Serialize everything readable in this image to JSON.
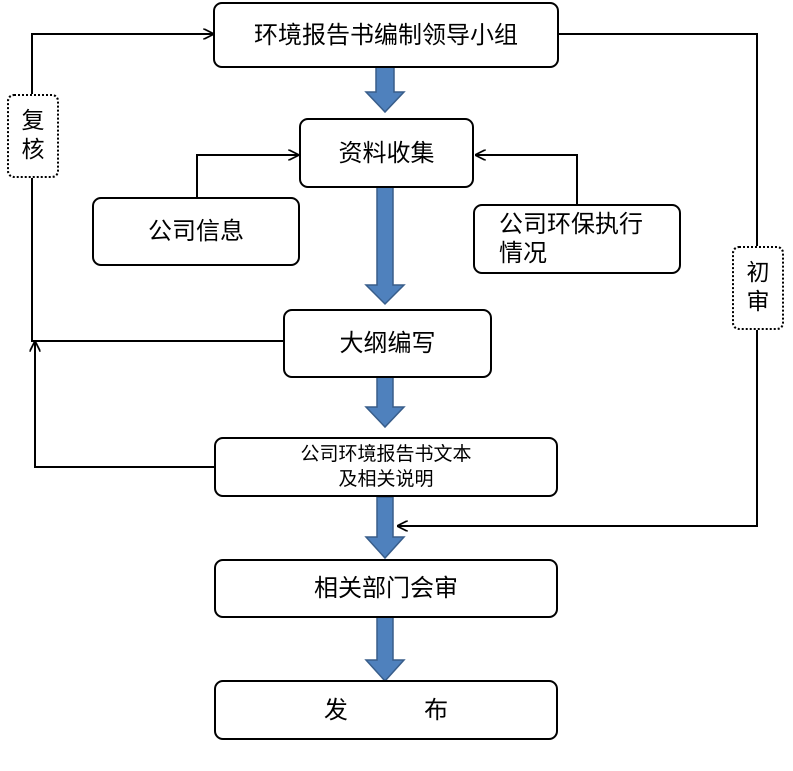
{
  "boxes": {
    "leadership": "环境报告书编制领导小组",
    "collect": "资料收集",
    "company_info": "公司信息",
    "env_status": "公司环保执行\n情况",
    "outline": "大纲编写",
    "report_text": "公司环境报告书文本\n及相关说明",
    "dept_review": "相关部门会审",
    "publish": "发          布"
  },
  "side_labels": {
    "recheck": "复\n核",
    "preliminary": "初\n审"
  },
  "colors": {
    "flow_arrow_fill": "#4f81bd",
    "flow_arrow_stroke": "#385d8a",
    "line": "#000000"
  }
}
